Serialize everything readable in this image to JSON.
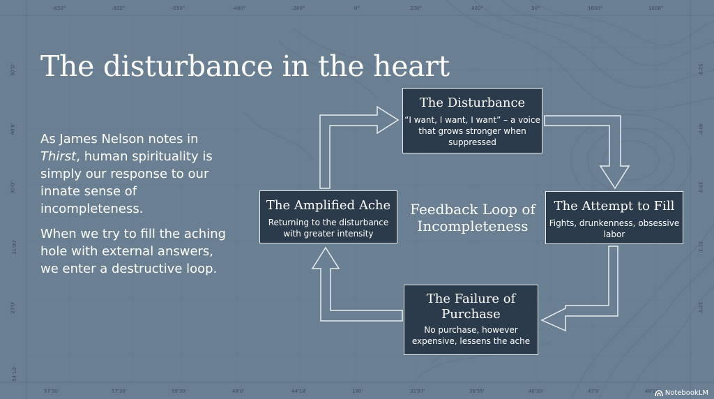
{
  "slide": {
    "title": "The disturbance in the heart",
    "paragraph1_pre": "As James Nelson notes in ",
    "paragraph1_em": "Thirst",
    "paragraph1_post": ", human spirituality is simply our response to our innate sense of incompleteness.",
    "paragraph2": "When we try to fill the aching hole with external answers, we enter a destructive loop."
  },
  "diagram": {
    "center_label": "Feedback Loop of Incompleteness",
    "nodes": {
      "disturbance": {
        "title": "The Disturbance",
        "text": "“I want, I want, I want” – a voice that grows stronger when suppressed"
      },
      "attempt": {
        "title": "The Attempt to Fill",
        "text": "Fights, drunkenness, obsessive labor"
      },
      "failure": {
        "title": "The Failure of Purchase",
        "text": "No purchase, however expensive, lessens the ache"
      },
      "ache": {
        "title": "The Amplified Ache",
        "text": "Returning to the disturbance with greater intensity"
      }
    }
  },
  "background": {
    "top_coords": [
      "-850°",
      "-600°",
      "-650°",
      "-400°",
      "-200°",
      "0°",
      "200°",
      "400°",
      "90°",
      "1600°",
      "1000°"
    ],
    "bottom_coords": [
      "57'30'",
      "57'30'",
      "59'30'",
      "49'0'",
      "44'18'",
      "180'",
      "31'57'",
      "36'55'",
      "40'30'",
      "47'0'",
      "48'15'"
    ],
    "left_coords": [
      "50'0'",
      "40'0'",
      "30'0'",
      "31'00'",
      "23'0'",
      "54'10'"
    ],
    "right_coords": [
      "52'0'",
      "40'0'",
      "35'0'",
      "31'3'",
      "32'0'"
    ]
  },
  "branding": {
    "label": "NotebookLM"
  },
  "colors": {
    "background": "#6b7f92",
    "box_fill": "#2c3b4c",
    "box_border": "#e6ebf0",
    "text": "#ffffff"
  }
}
